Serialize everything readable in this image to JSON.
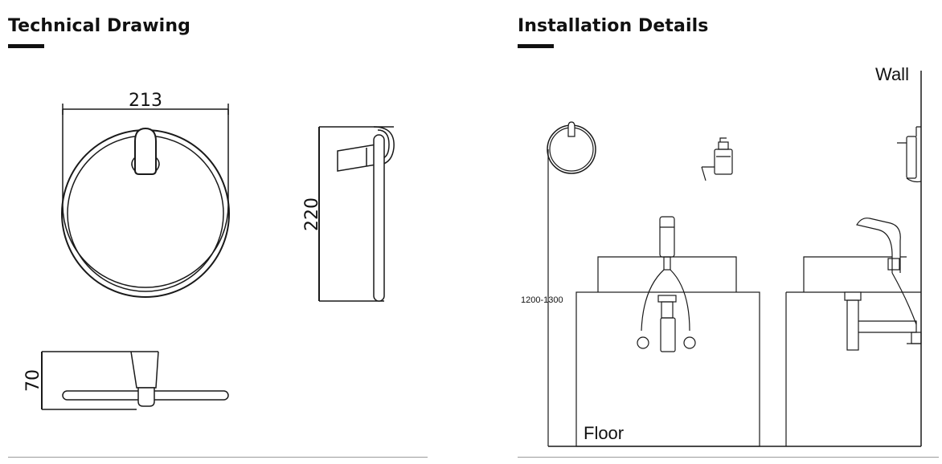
{
  "technical_drawing": {
    "title": "Technical Drawing",
    "dimensions": {
      "width": "213",
      "height": "220",
      "depth": "70"
    }
  },
  "installation_details": {
    "title": "Installation Details",
    "labels": {
      "wall": "Wall",
      "floor": "Floor",
      "height_range": "1200-1300"
    }
  },
  "colors": {
    "line": "#1a1a1a",
    "rule": "#9a9a9a",
    "background": "#ffffff"
  }
}
